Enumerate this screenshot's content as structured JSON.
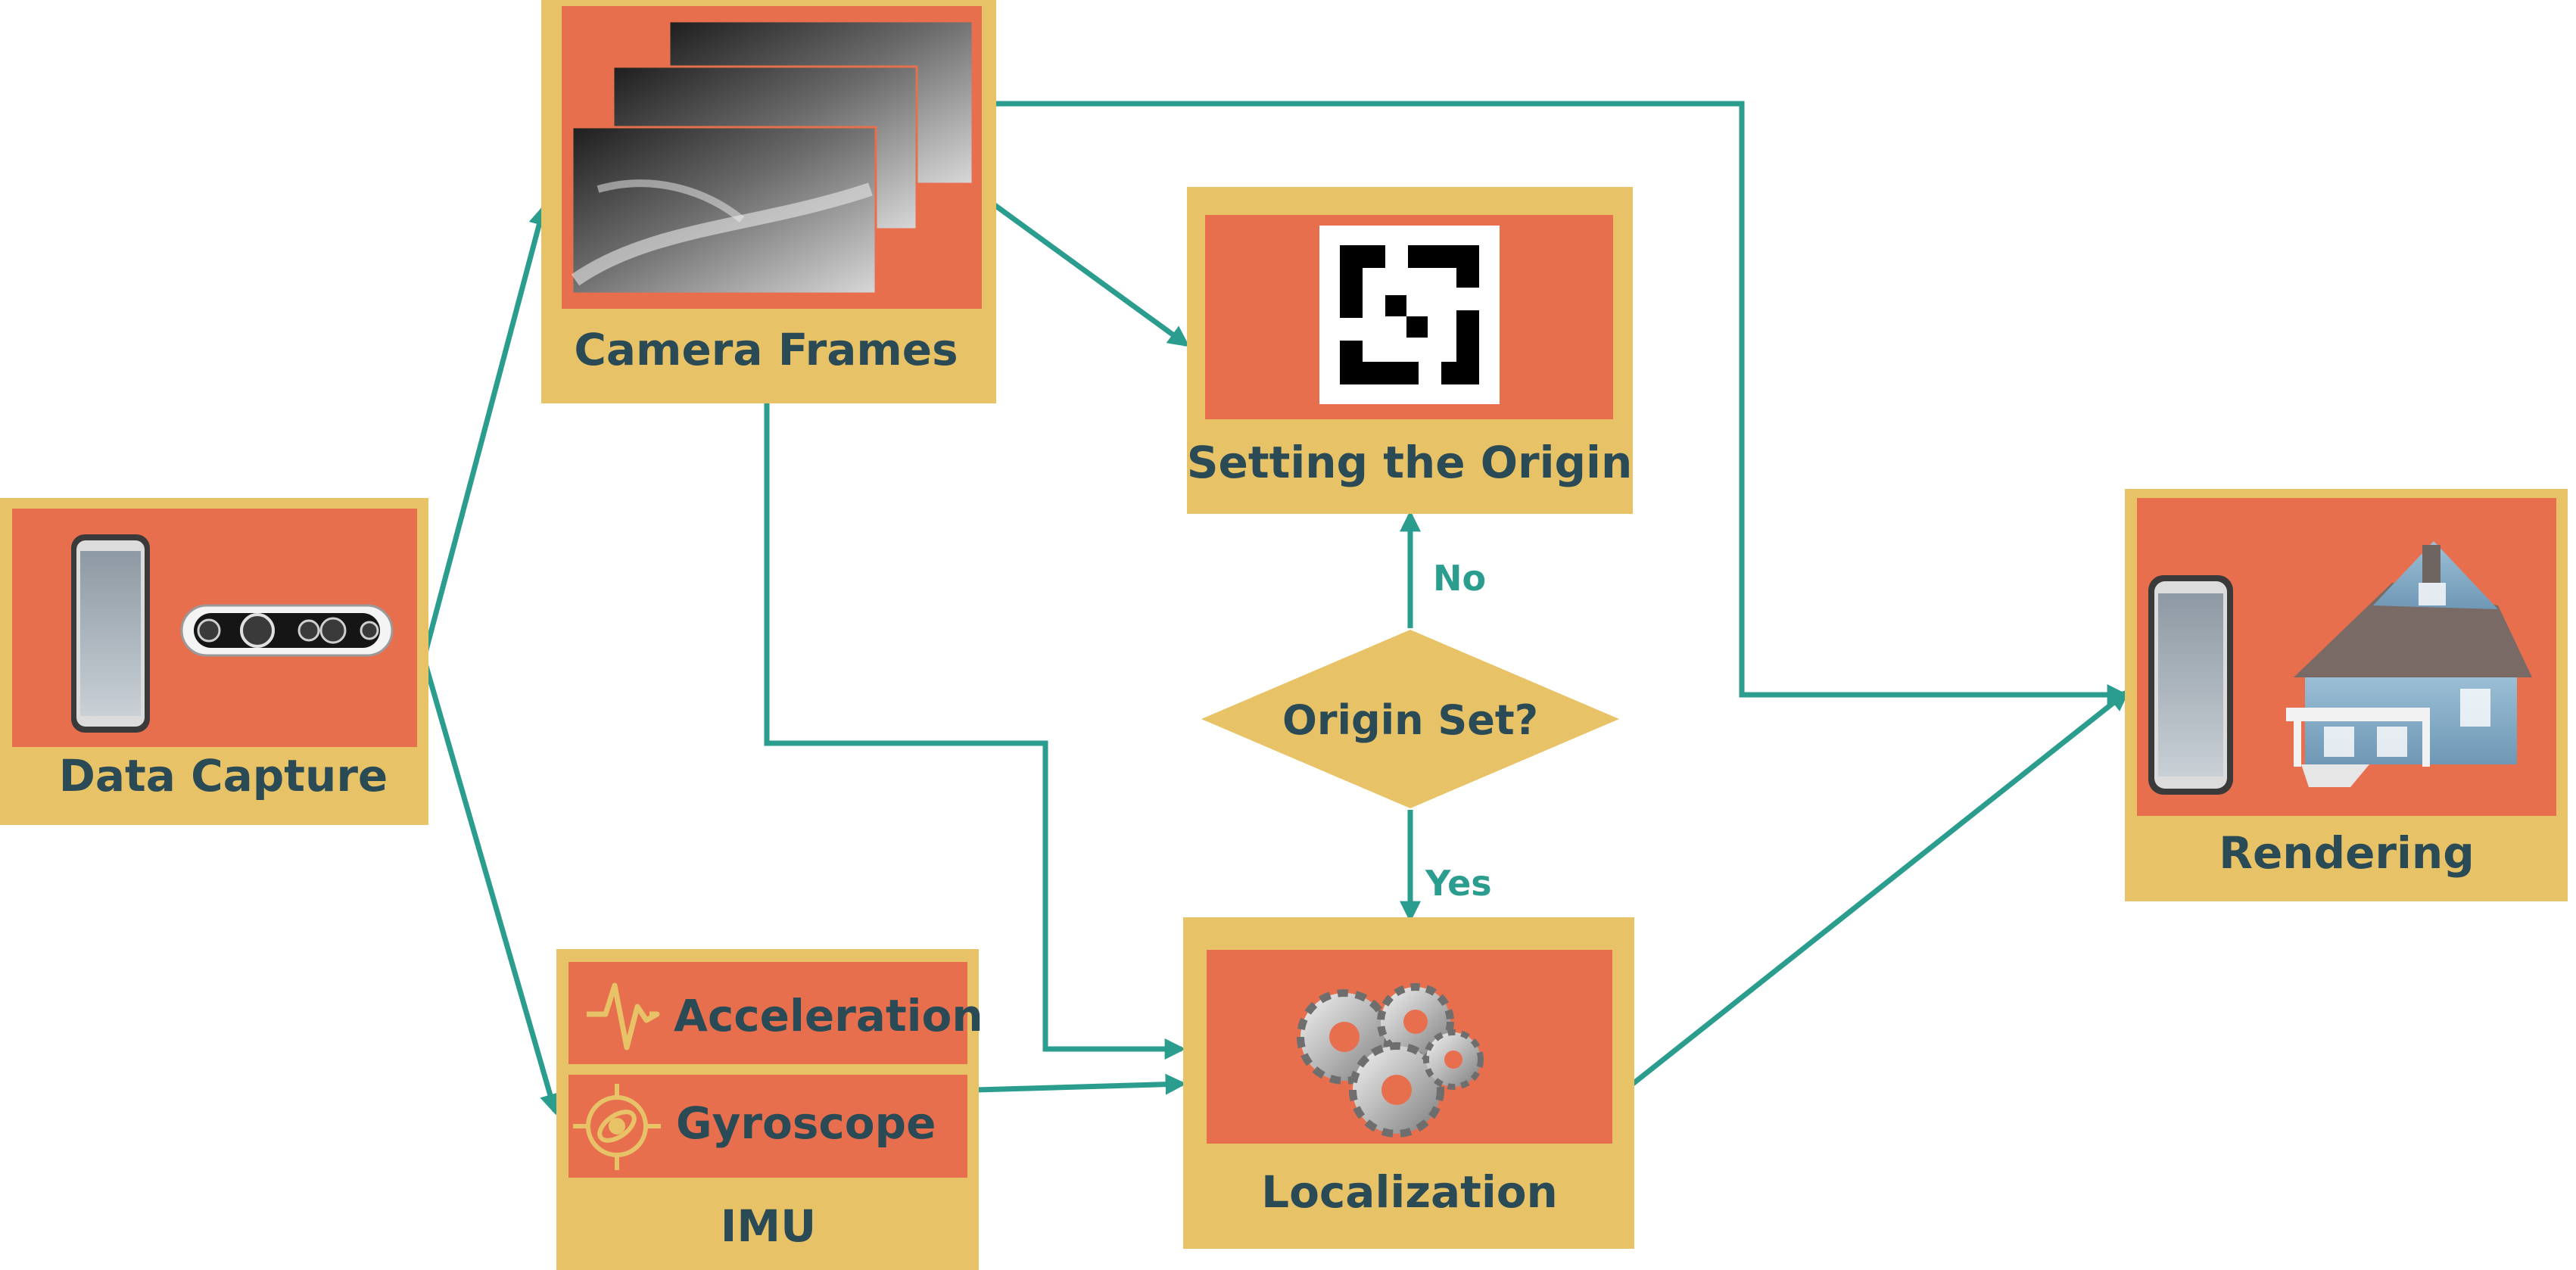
{
  "nodes": {
    "data_capture": {
      "label": "Data Capture"
    },
    "camera_frames": {
      "label": "Camera Frames"
    },
    "setting_origin": {
      "label": "Setting the Origin"
    },
    "origin_set": {
      "label": "Origin Set?"
    },
    "imu": {
      "label": "IMU",
      "acceleration": "Acceleration",
      "gyroscope": "Gyroscope"
    },
    "localization": {
      "label": "Localization"
    },
    "rendering": {
      "label": "Rendering"
    }
  },
  "edges": {
    "no_label": "No",
    "yes_label": "Yes"
  },
  "colors": {
    "box_fill": "#e8c266",
    "panel_fill": "#e76f4e",
    "arrow": "#2a9d8f",
    "text": "#2a4a55",
    "icon": "#e8c266"
  },
  "icons": [
    "tablet-icon",
    "depth-camera-icon",
    "camera-frames-icon",
    "fiducial-marker-icon",
    "waveform-icon",
    "gyroscope-icon",
    "gears-icon",
    "house-icon"
  ]
}
